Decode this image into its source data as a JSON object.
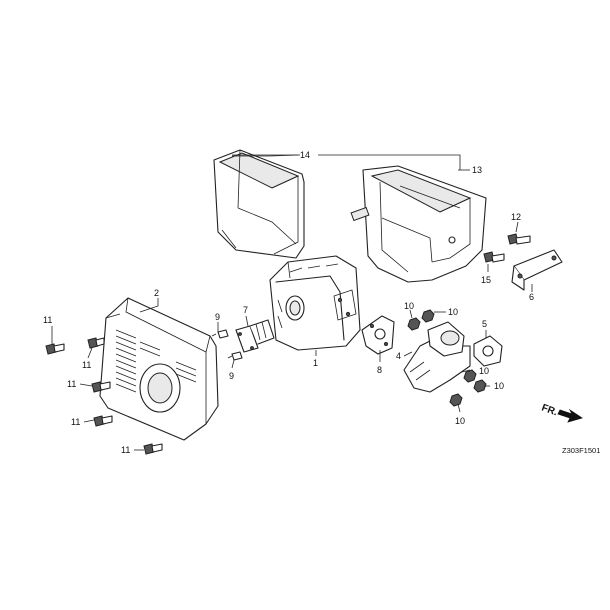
{
  "callouts": [
    "1",
    "2",
    "4",
    "5",
    "6",
    "7",
    "8",
    "9",
    "9",
    "10",
    "10",
    "10",
    "10",
    "10",
    "11",
    "11",
    "11",
    "11",
    "11",
    "12",
    "13",
    "14",
    "15"
  ],
  "direction_label": "FR.",
  "figure_code": "Z303F1501"
}
